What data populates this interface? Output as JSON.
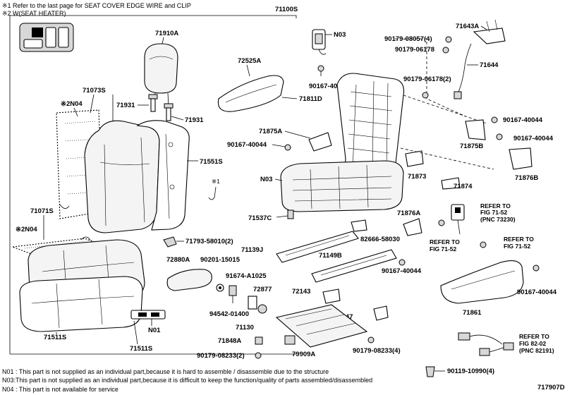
{
  "header": {
    "note1": "※1 Refer to the last page for SEAT COVER EDGE WIRE and CLIP",
    "note2": "※2 W(SEAT HEATER)",
    "assembly": "71100S"
  },
  "labels": {
    "p71910A": "71910A",
    "pN03a": "N03",
    "p71643A": "71643A",
    "p90179_08057": "90179-08057(4)",
    "p90179_06178a": "90179-06178",
    "p71644": "71644",
    "p90179_06178b": "90179-06178(2)",
    "p72525A": "72525A",
    "p90167_40044a": "90167-40044",
    "p71073S": "71073S",
    "pX2N04a": "※2N04",
    "p71931a": "71931",
    "p71931b": "71931",
    "p71811D": "71811D",
    "p90167_40044b": "90167-40044",
    "p90167_40044c": "90167-40044",
    "p71875A": "71875A",
    "p90167_40044d": "90167-40044",
    "p71875B": "71875B",
    "p71876B": "71876B",
    "p71551S": "71551S",
    "pX1": "※1",
    "pN03b": "N03",
    "p71873": "71873",
    "p71874": "71874",
    "p71071S": "71071S",
    "pX2N04b": "※2N04",
    "p71537C": "71537C",
    "p71876A": "71876A",
    "p71793": "71793-58010(2)",
    "p82666": "82666-58030",
    "p71139J": "71139J",
    "p71149B": "71149B",
    "p72880A": "72880A",
    "p90201": "90201-15015",
    "p91674": "91674-A1025",
    "p72877": "72877",
    "p90167_40044e": "90167-40044",
    "p72143": "72143",
    "p90167_40044f": "90167-40044",
    "p71861": "71861",
    "p94542": "94542-01400",
    "p72147": "72147",
    "p71511Sa": "71511S",
    "pN01": "N01",
    "p71130": "71130",
    "p71848A": "71848A",
    "p79909A": "79909A",
    "p90179_08233a": "90179-08233(2)",
    "p90179_08233b": "90179-08233(4)",
    "p71511Sb": "71511S",
    "p90119": "90119-10990(4)"
  },
  "references": {
    "ref1_line1": "REFER TO",
    "ref1_line2": "FIG 71-52",
    "ref1_line3": "(PNC 73230)",
    "ref2_line1": "REFER TO",
    "ref2_line2": "FIG 71-52",
    "ref3_line1": "REFER TO",
    "ref3_line2": "FIG 71-52",
    "ref4_line1": "REFER TO",
    "ref4_line2": "FIG 82-02",
    "ref4_line3": "(PNC 82191)"
  },
  "footer": {
    "n01": "N01 : This part is not supplied as an individual part,because it is hard to assemble / disassemble due to the structure",
    "n03": "N03:This part is not supplied as an individual part,because it is difficult to keep the function/quality of parts assembled/disassembled",
    "n04": "N04 : This part is not available for service",
    "figure_id": "717907D"
  }
}
